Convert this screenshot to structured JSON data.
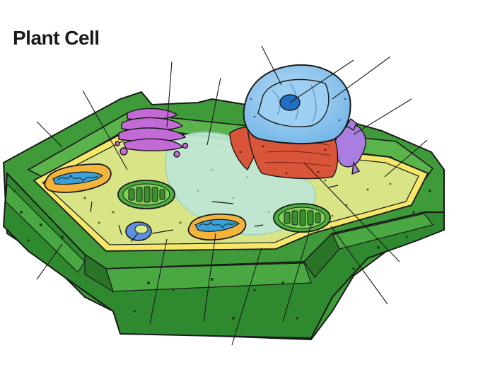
{
  "diagram": {
    "title": "Plant Cell",
    "label_lines_count_note": null,
    "colors": {
      "cell_wall": "#3f9a3a",
      "cell_wall_dark": "#2f7a2c",
      "cytoplasm": "#d9e486",
      "membrane": "#f5e76a",
      "vacuole": "#bfe7d4",
      "nucleus": "#8cc6ee",
      "nucleolus": "#1f6fc4",
      "golgi": "#c46ad6",
      "rough_er": "#d9553a",
      "smooth_er": "#a97ee0",
      "chloroplast": "#4cae3c",
      "mitochondrion": "#f2b43c",
      "mito_inner": "#3aa0d8",
      "small_vesicle": "#5f8fe0",
      "outline": "#1a1a1a"
    },
    "structures": [
      "cell-wall",
      "cell-membrane",
      "cytoplasm",
      "vacuole",
      "nucleus",
      "nucleolus",
      "golgi-apparatus",
      "rough-endoplasmic-reticulum",
      "smooth-endoplasmic-reticulum",
      "chloroplast",
      "mitochondrion",
      "vesicle"
    ]
  }
}
